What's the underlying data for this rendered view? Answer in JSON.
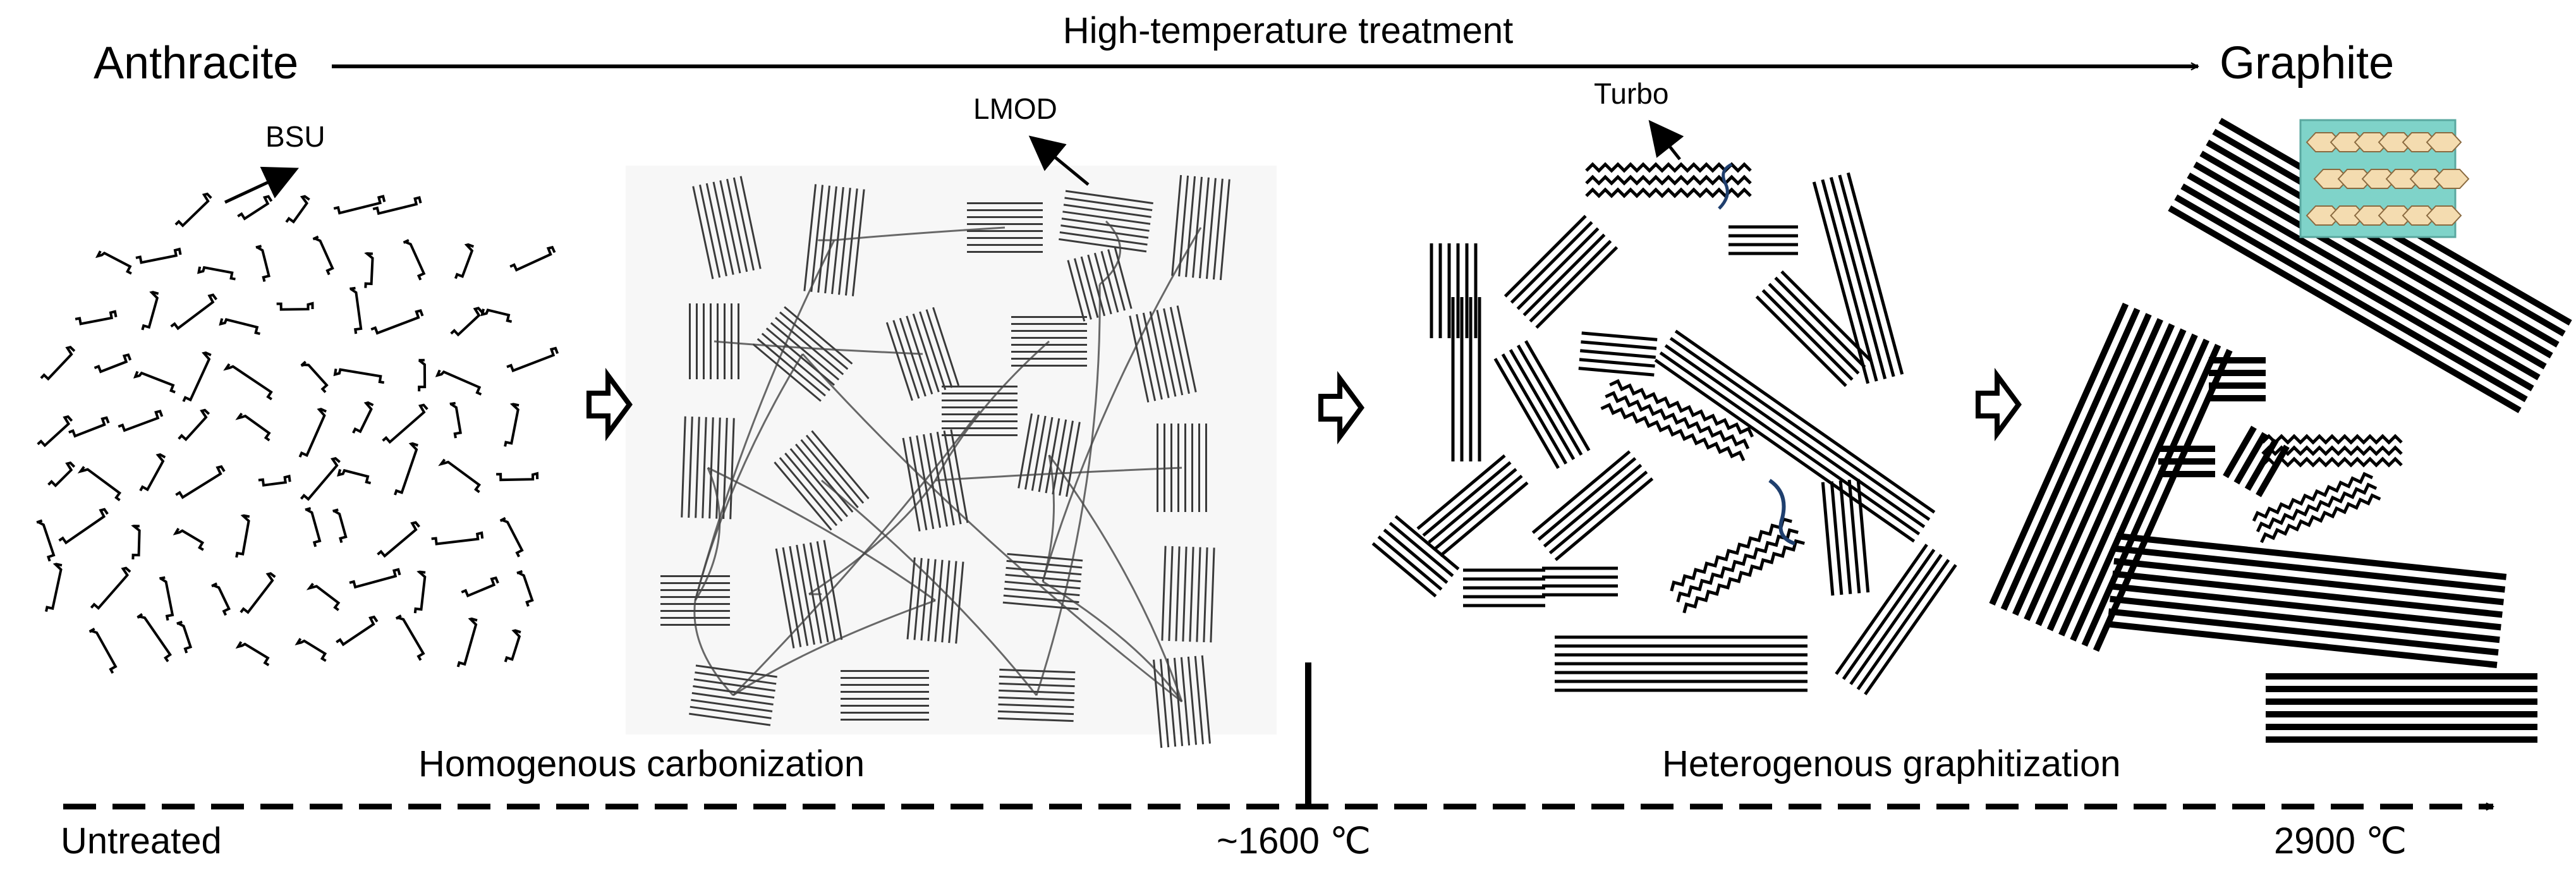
{
  "top_arrow": {
    "start_label": "Anthracite",
    "end_label": "Graphite",
    "caption": "High-temperature treatment"
  },
  "stage_labels": {
    "bsu": "BSU",
    "lmod": "LMOD",
    "turbo": "Turbo"
  },
  "process_labels": {
    "left": "Homogenous carbonization",
    "right": "Heterogenous graphitization"
  },
  "temperature_axis": {
    "start": "Untreated",
    "mid": "~1600 ℃",
    "end": "2900 ℃"
  },
  "colors": {
    "ink": "#000000",
    "stack": "#3a3a3a",
    "panel_bg": "#f7f7f7",
    "accent_blue": "#1f3f6e",
    "inset_bg": "#7fd3c9",
    "inset_cell": "#f4dcb0"
  }
}
